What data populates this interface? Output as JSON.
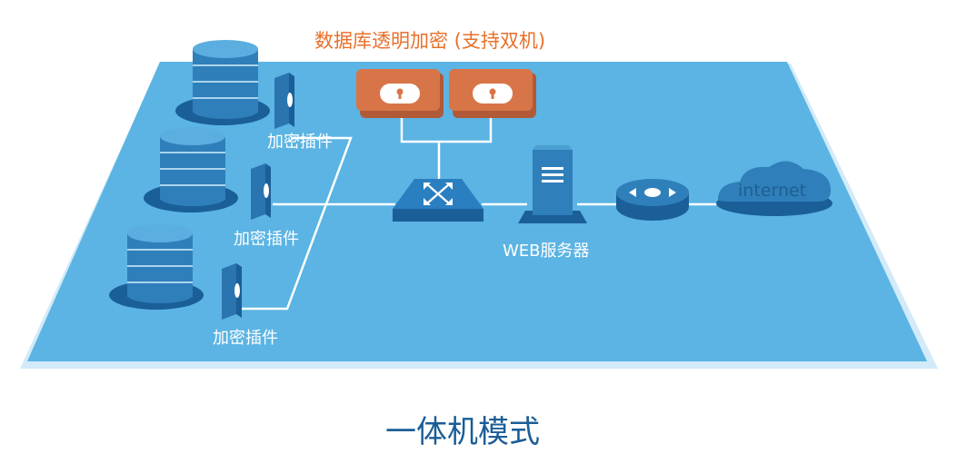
{
  "diagram": {
    "top_title": "数据库透明加密 (支持双机)",
    "plugin_label": "加密插件",
    "web_server_label": "WEB服务器",
    "internet_label": "internet",
    "caption": "一体机模式",
    "colors": {
      "platform": "#5bb4e3",
      "platform_edge": "#cfe8f7",
      "db_top": "#4b9fd2",
      "db_body": "#2f7fba",
      "db_ring": "#1a5f98",
      "lock_box": "#d87548",
      "title_orange": "#e8702a",
      "caption_blue": "#1b5d97"
    }
  }
}
